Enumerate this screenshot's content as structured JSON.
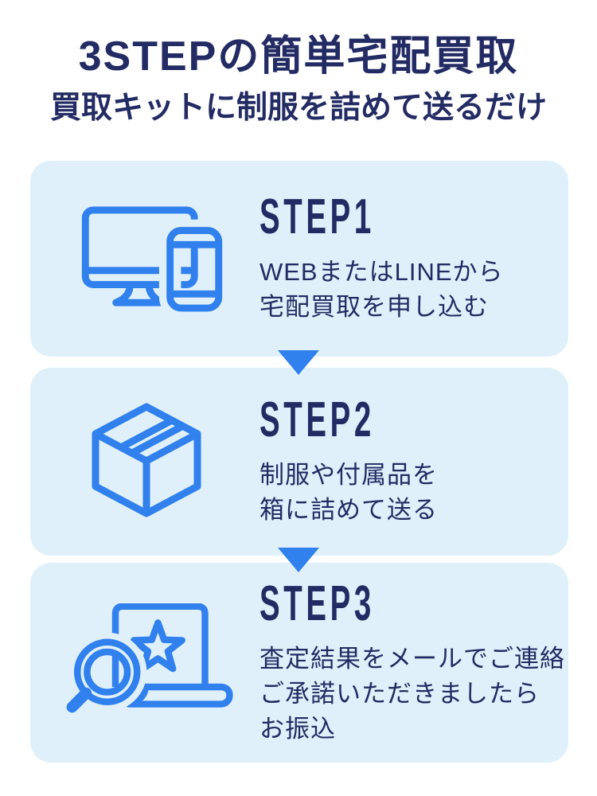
{
  "header": {
    "title": "3STEPの簡単宅配買取",
    "subtitle": "買取キットに制服を詰めて送るだけ"
  },
  "steps": [
    {
      "label": "STEP1",
      "icon": "monitor-smartphone-icon",
      "lines": [
        "WEBまたはLINEから",
        "宅配買取を申し込む"
      ]
    },
    {
      "label": "STEP2",
      "icon": "shipping-box-icon",
      "lines": [
        "制服や付属品を",
        "箱に詰めて送る"
      ]
    },
    {
      "label": "STEP3",
      "icon": "laptop-search-star-icon",
      "lines": [
        "査定結果をメールでご連絡",
        "ご承諾いただきましたら",
        "お振込"
      ]
    }
  ],
  "colors": {
    "text_navy": "#222b63",
    "card_background": "#dff0fa",
    "icon_blue": "#3080ee",
    "arrow_blue": "#3080ee",
    "page_background": "#ffffff"
  }
}
